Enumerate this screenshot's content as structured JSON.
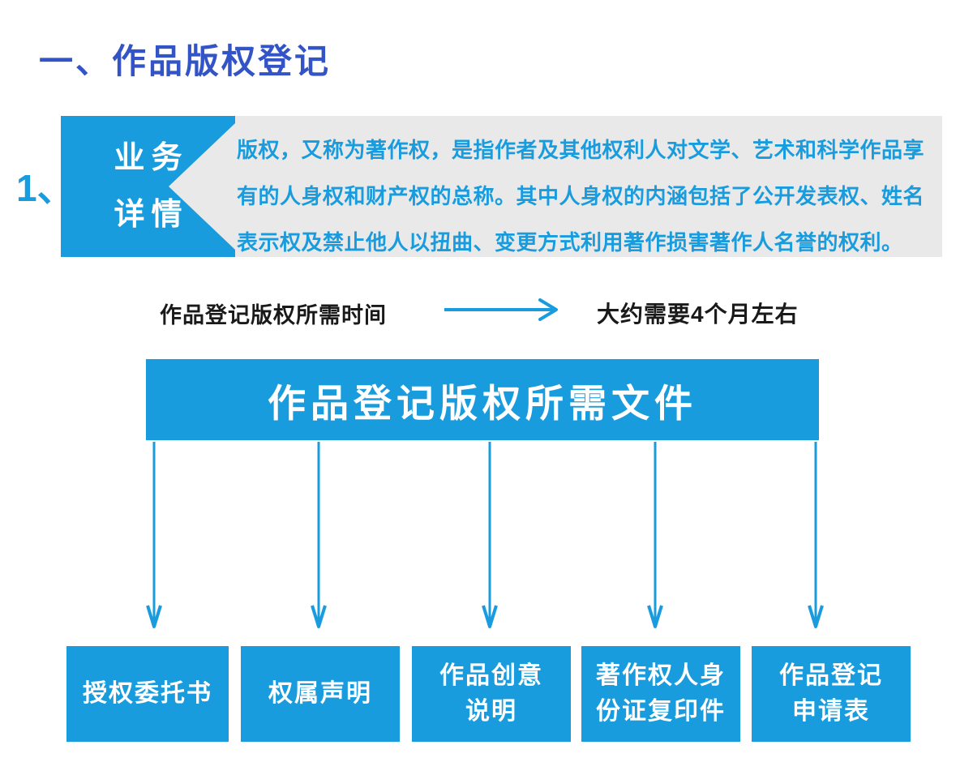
{
  "page": {
    "title": "一、作品版权登记",
    "section_number": "1、"
  },
  "detail_card": {
    "label_lines": [
      "业务",
      "详情"
    ],
    "description_lines": [
      "版权，又称为著作权，是指作者及其他权利人对文学、艺术和科学作品享",
      "有的人身权和财产权的总称。其中人身权的内涵包括了公开发表权、姓名",
      "表示权及禁止他人以扭曲、变更方式利用著作损害著作人名誉的权利。"
    ]
  },
  "duration": {
    "label": "作品登记版权所需时间",
    "value": "大约需要4个月左右"
  },
  "documents_banner": {
    "title": "作品登记版权所需文件"
  },
  "documents": [
    {
      "lines": [
        "授权委托书"
      ]
    },
    {
      "lines": [
        "权属声明"
      ]
    },
    {
      "lines": [
        "作品创意",
        "说明"
      ]
    },
    {
      "lines": [
        "著作权人身",
        "份证复印件"
      ]
    },
    {
      "lines": [
        "作品登记",
        "申请表"
      ]
    }
  ],
  "colors": {
    "primary_blue": "#199CDE",
    "title_blue": "#3354C7",
    "card_gray": "#E9E9E9",
    "text_dark": "#1A1A1A"
  }
}
